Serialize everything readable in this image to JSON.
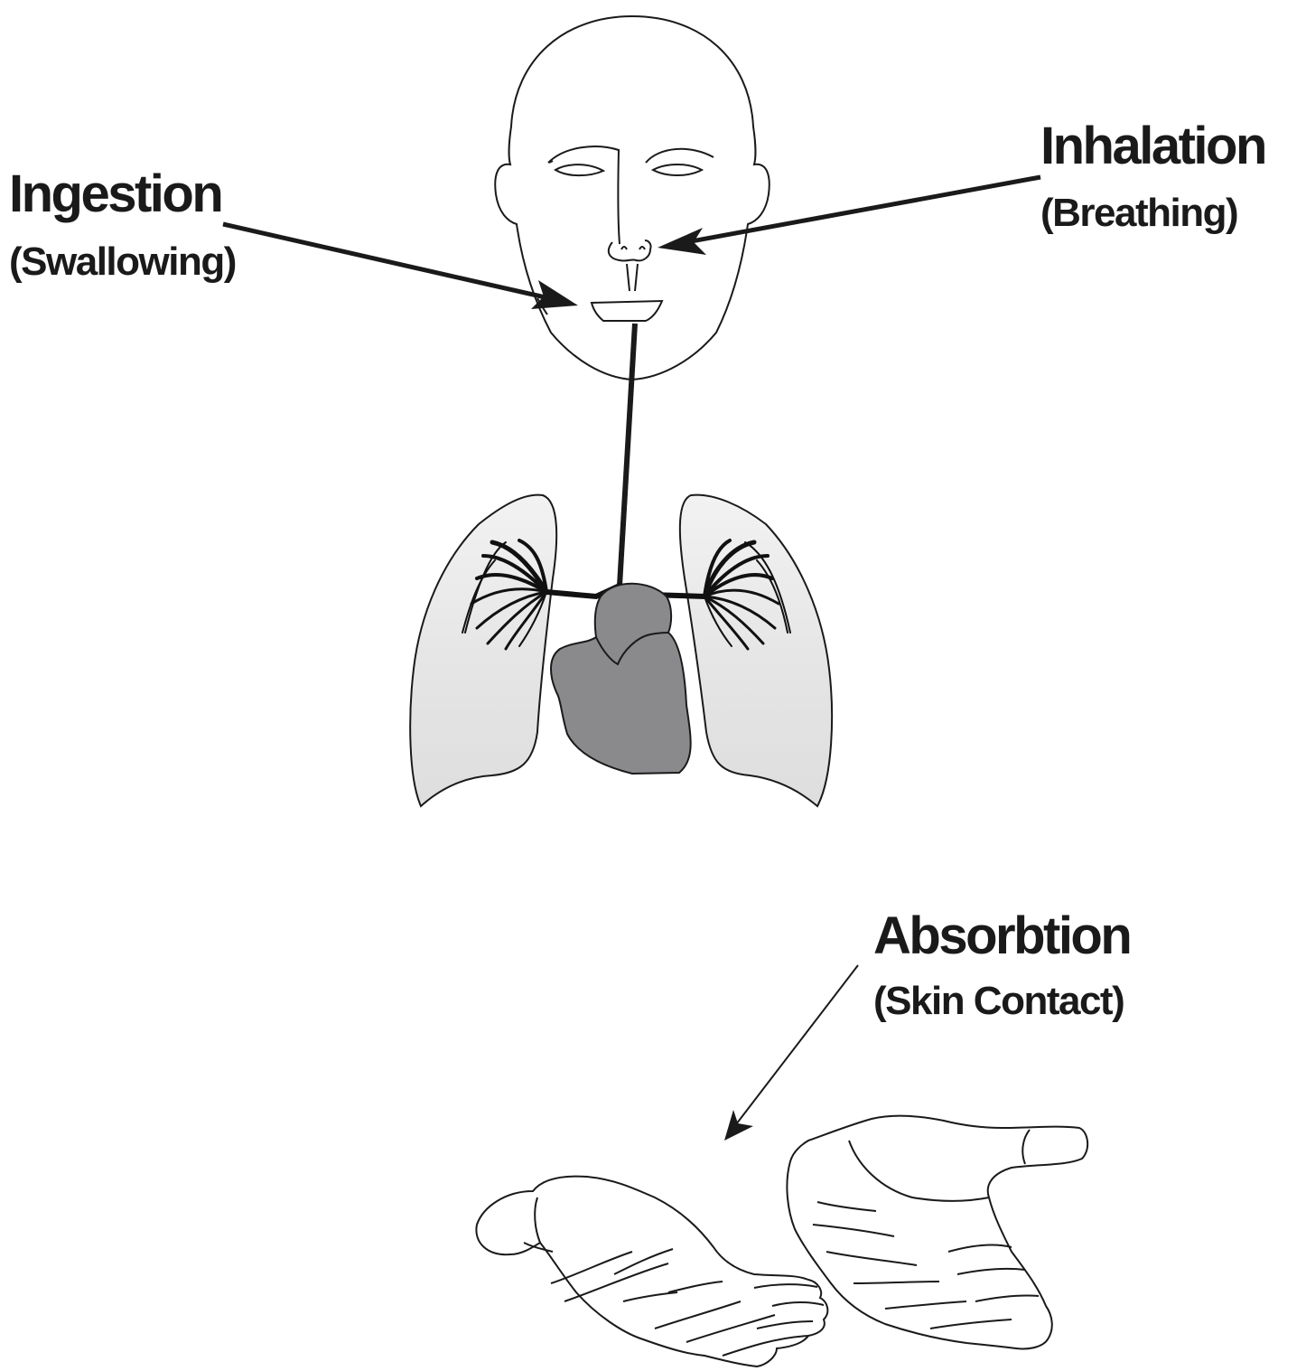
{
  "routes": {
    "ingestion": {
      "title": "Ingestion",
      "subtitle": "(Swallowing)"
    },
    "inhalation": {
      "title": "Inhalation",
      "subtitle": "(Breathing)"
    },
    "absorption": {
      "title": "Absorbtion",
      "subtitle": "(Skin Contact)"
    }
  },
  "colors": {
    "line": "#1a1a1a",
    "lung_fill": "#e6e6e6",
    "heart_fill": "#8a8a8c",
    "background": "#ffffff"
  }
}
